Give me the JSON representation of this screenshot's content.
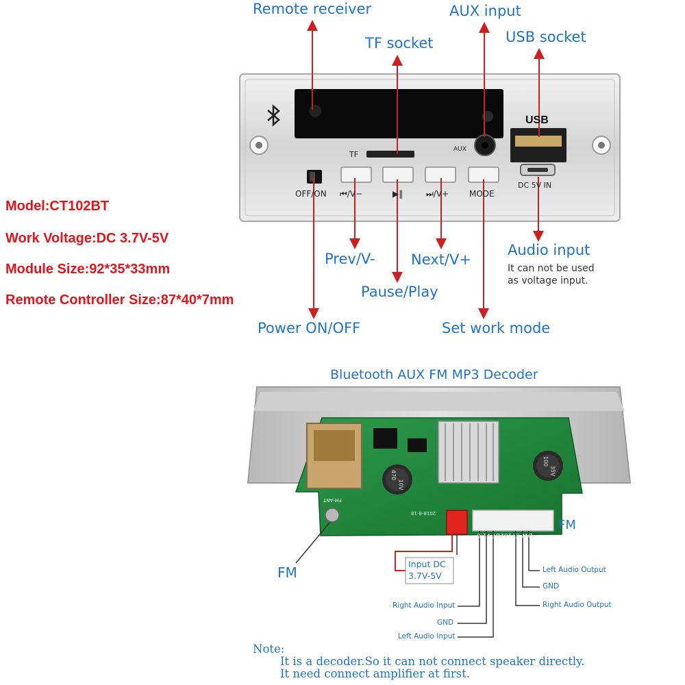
{
  "callouts": {
    "remote_receiver": "Remote receiver",
    "tf_socket": "TF socket",
    "aux_input": "AUX input",
    "usb_socket": "USB socket",
    "audio_input": "Audio input",
    "audio_input_hint_1": "It can not be used",
    "audio_input_hint_2": "as voltage input.",
    "prev": "Prev/V-",
    "next": "Next/V+",
    "pause_play": "Pause/Play",
    "power": "Power ON/OFF",
    "set_mode": "Set work mode",
    "decoder_title": "Bluetooth AUX FM MP3 Decoder",
    "fm": "FM",
    "fm_side": "FM"
  },
  "specs": {
    "model": "Model:CT102BT",
    "voltage": "Work Voltage:DC 3.7V-5V",
    "module_size": "Module Size:92*35*33mm",
    "remote_size": "Remote Controller Size:87*40*7mm"
  },
  "panel": {
    "usb_label": "USB",
    "tf_label": "TF",
    "aux_label": "AUX",
    "dc_label": "DC 5V IN",
    "off_on": "OFF/ON",
    "btn_prev": "⏮/V−",
    "btn_play": "▶‖",
    "btn_next": "⏭/V+",
    "btn_mode": "MODE"
  },
  "board": {
    "silkscreen": "DW-CT102BT-V1.0",
    "date": "2018-8-18",
    "fm_ant": "FM-ANT",
    "cap_left_1": "470",
    "cap_left_2": "10V",
    "cap_right_1": "100",
    "cap_right_2": "35V"
  },
  "pins": {
    "input_dc_1": "Input DC",
    "input_dc_2": "3.7V-5V",
    "left_audio_output": "Left Audio Output",
    "gnd_right": "GND",
    "right_audio_output": "Right Audio Output",
    "right_audio_input": "Right Audio Input",
    "gnd_left": "GND",
    "left_audio_input": "Left Audio Input"
  },
  "note": {
    "title": "Note:",
    "line1": "It is a decoder.So it can not connect speaker directly.",
    "line2": "It need connect amplifier at first."
  },
  "colors": {
    "callout_blue": "#1f73c9",
    "spec_red": "#e3141a",
    "arrow_red": "#cc1f1f",
    "pcb_green": "#1e8a3c",
    "panel_silver": "#d9d9d9"
  },
  "icons": [
    "bluetooth-icon"
  ]
}
